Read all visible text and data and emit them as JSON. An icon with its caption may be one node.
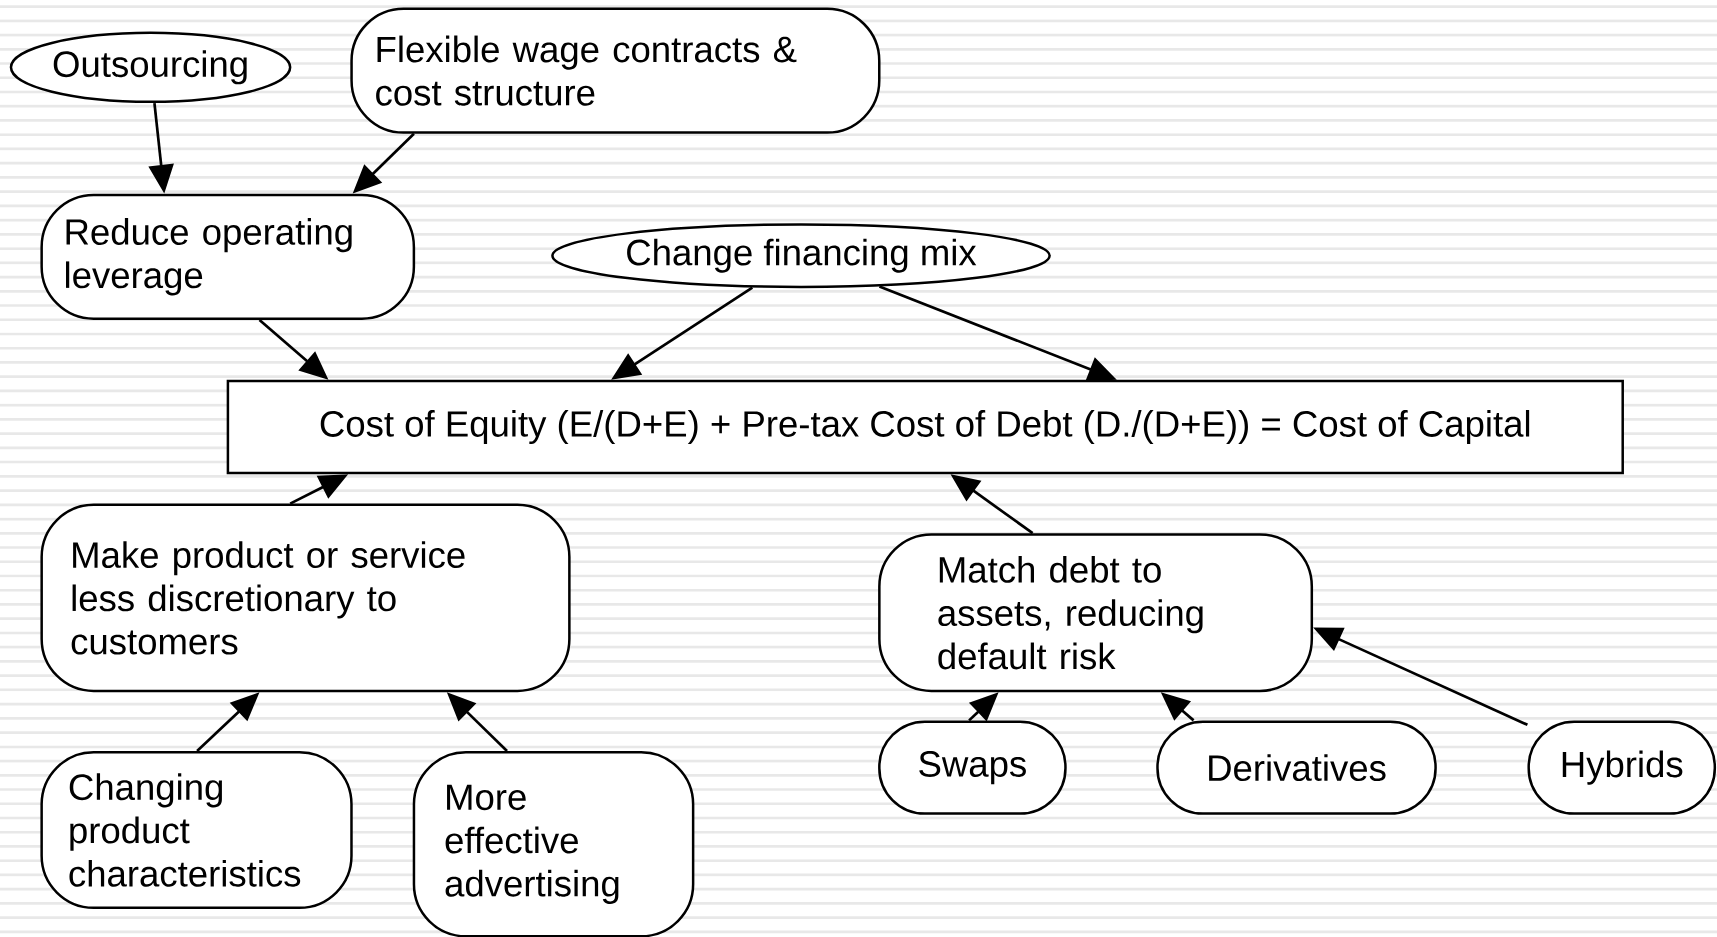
{
  "diagram": {
    "nodes": [
      {
        "text": [
          "Outsourcing"
        ]
      },
      {
        "text": [
          "Flexible wage contracts & cost structure"
        ]
      },
      {
        "text": [
          "Reduce operating leverage"
        ]
      },
      {
        "text": [
          "Change financing mix"
        ]
      },
      {
        "text": [
          "Cost of Equity (E/(D+E) + Pre-tax Cost of Debt (D./(D+E)) = Cost of Capital"
        ]
      },
      {
        "text": [
          "Make product or service less discretionary to customers"
        ]
      },
      {
        "text": [
          "Match debt to assets, reducing default risk"
        ]
      },
      {
        "text": [
          "Changing product characteristics"
        ]
      },
      {
        "text": [
          "More effective advertising"
        ]
      },
      {
        "text": [
          "Swaps"
        ]
      },
      {
        "text": [
          "Derivatives"
        ]
      },
      {
        "text": [
          "Hybrids"
        ]
      }
    ],
    "edges": [
      {
        "from": 0,
        "to": 2,
        "arrow": "to"
      },
      {
        "from": 1,
        "to": 2,
        "arrow": "to"
      },
      {
        "from": 2,
        "to": 4,
        "arrow": "to"
      },
      {
        "from": 3,
        "to": 4,
        "arrow": "to"
      },
      {
        "from": 3,
        "to": 4,
        "arrow": "to"
      },
      {
        "from": 5,
        "to": 4,
        "arrow": "to"
      },
      {
        "from": 6,
        "to": 4,
        "arrow": "to"
      },
      {
        "from": 7,
        "to": 5,
        "arrow": "to"
      },
      {
        "from": 8,
        "to": 5,
        "arrow": "to"
      },
      {
        "from": 9,
        "to": 6,
        "arrow": "to"
      },
      {
        "from": 10,
        "to": 6,
        "arrow": "to"
      },
      {
        "from": 11,
        "to": 6,
        "arrow": "to"
      }
    ]
  }
}
